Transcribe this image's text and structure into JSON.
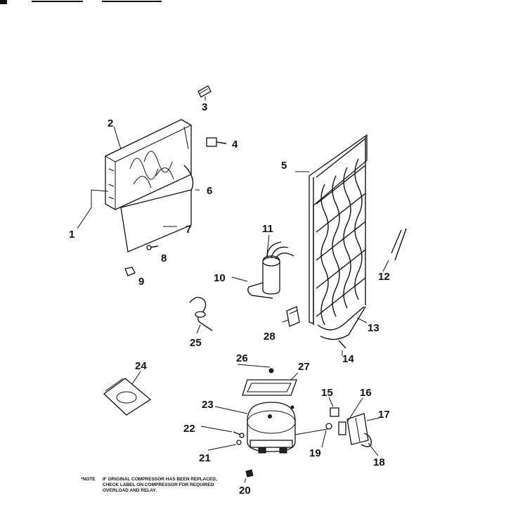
{
  "callouts": {
    "n1": "1",
    "n2": "2",
    "n3": "3",
    "n4": "4",
    "n5": "5",
    "n6": "6",
    "n7": "7",
    "n8": "8",
    "n9": "9",
    "n10": "10",
    "n11": "11",
    "n12": "12",
    "n13": "13",
    "n14": "14",
    "n15": "15",
    "n16": "16",
    "n17": "17",
    "n18": "18",
    "n19": "19",
    "n20": "20",
    "n21": "21",
    "n22": "22",
    "n23": "23",
    "n24": "24",
    "n25": "25",
    "n26": "26",
    "n27": "27",
    "n28": "28"
  },
  "note": {
    "prefix": "*NOTE",
    "line1": "IF ORIGINAL COMPRESSOR HAS BEEN REPLACED,",
    "line2": "CHECK LABEL ON COMPRESSOR FOR REQUIRED",
    "line3": "OVERLOAD AND RELAY."
  }
}
